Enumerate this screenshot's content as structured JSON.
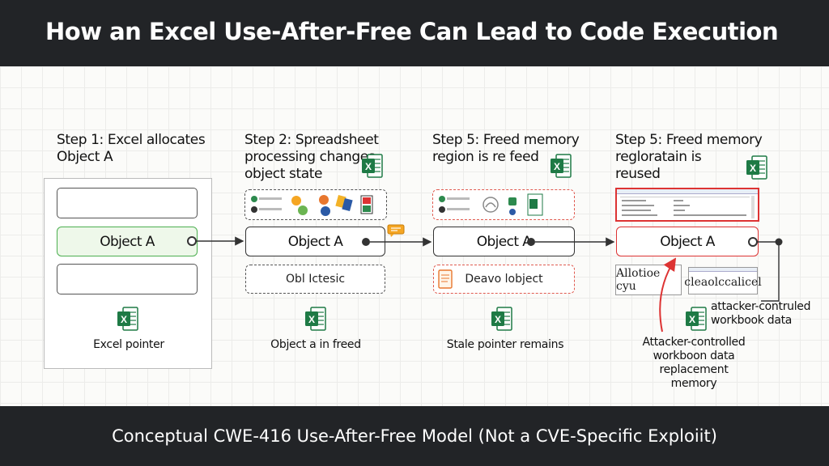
{
  "title": "How an Excel Use-After-Free Can Lead to Code Execution",
  "footer": "Conceptual CWE-416 Use-After-Free Model (Not a CVE-Specific Exploiit)",
  "steps": [
    {
      "title_line1": "Step 1: Excel allocates",
      "title_line2": "Object A",
      "object_label": "Object A",
      "caption": "Excel pointer"
    },
    {
      "title_line1": "Step 2: Spreadsheet",
      "title_line2": "processing changes",
      "title_line3": "object state",
      "object_label": "Object A",
      "sub_label": "Obl Ictesic",
      "caption": "Object a in freed"
    },
    {
      "title_line1": "Step 5: Freed memory",
      "title_line2": "region is re feed",
      "object_label": "Object A",
      "sub_label": "Deavo lobject",
      "caption": "Stale pointer remains"
    },
    {
      "title_line1": "Step 5: Freed memory",
      "title_line2": "regloratain is",
      "title_line3": "reused",
      "object_label": "Object A",
      "box_left": "Allotioe cyu",
      "box_right": "cleaolccalicel",
      "annot_right_line1": "attacker-contruled",
      "annot_right_line2": "workbook data",
      "annot_bottom_line1": "Attacker-controlled",
      "annot_bottom_line2": "workboon data replacement",
      "annot_bottom_line3": "memory"
    }
  ],
  "excel_icon_letter": "X",
  "colors": {
    "header_bg": "#222427",
    "excel_green": "#1e7a45",
    "highlight_green": "#4caf50",
    "alert_red": "#d33333",
    "warning_orange": "#f5a623"
  }
}
